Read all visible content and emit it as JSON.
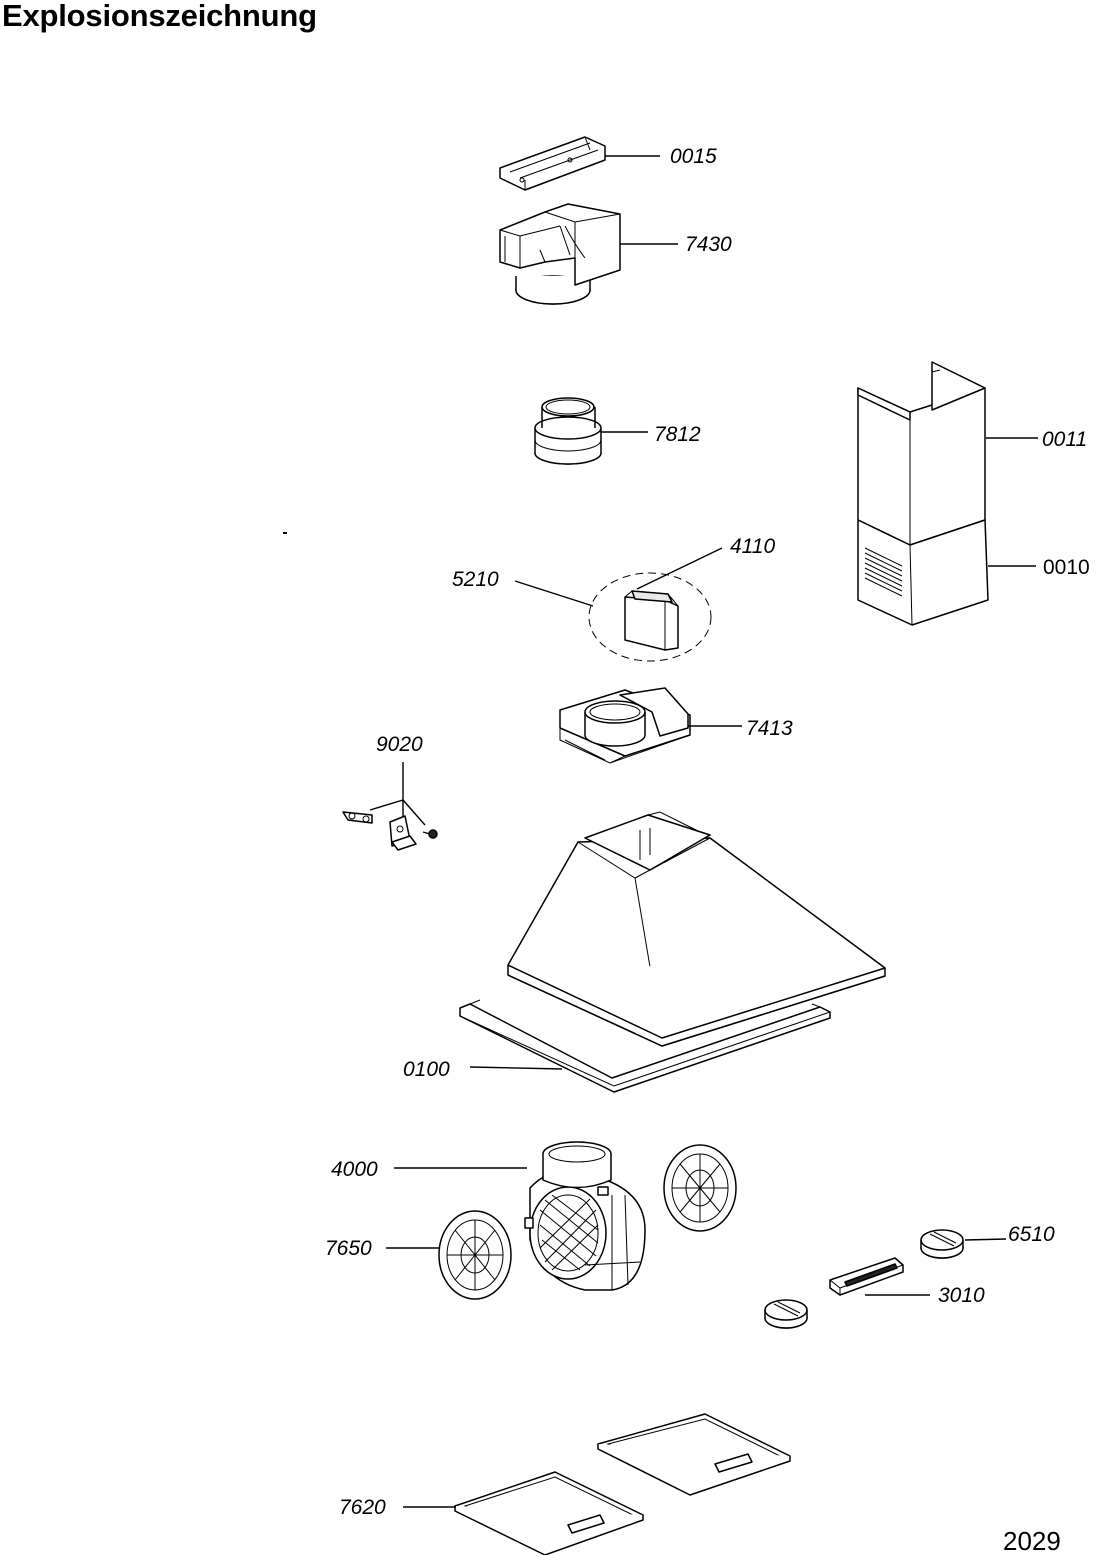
{
  "page": {
    "title": "Explosionszeichnung",
    "sheet_number": "2029"
  },
  "parts": [
    {
      "id": "bracket",
      "label": "0015"
    },
    {
      "id": "air-outlet-box",
      "label": "7430"
    },
    {
      "id": "flange",
      "label": "7812"
    },
    {
      "id": "upper-chimney",
      "label": "0011"
    },
    {
      "id": "lower-chimney",
      "label": "0010"
    },
    {
      "id": "circuit-board",
      "label": "4110"
    },
    {
      "id": "electronics-group",
      "label": "5210"
    },
    {
      "id": "adapter-plate",
      "label": "7413"
    },
    {
      "id": "mounting-kit",
      "label": "9020"
    },
    {
      "id": "hood-body-seal",
      "label": "0100"
    },
    {
      "id": "motor-fan",
      "label": "4000"
    },
    {
      "id": "fan-grid",
      "label": "7650"
    },
    {
      "id": "control-knob",
      "label": "6510"
    },
    {
      "id": "switch",
      "label": "3010"
    },
    {
      "id": "grease-filter",
      "label": "7620"
    }
  ]
}
